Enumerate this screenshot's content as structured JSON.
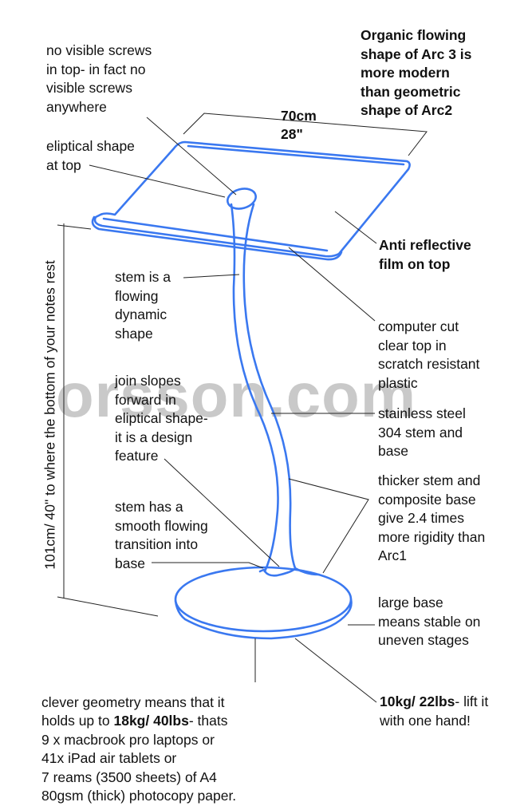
{
  "watermark": "orsson.com",
  "colors": {
    "outline": "#3a78f0",
    "leader": "#222222"
  },
  "labels": {
    "organic": "Organic flowing\nshape of Arc 3 is\nmore modern\nthan geometric\nshape of Arc2",
    "screws": "no visible screws\nin top- in fact no\nvisible screws\nanywhere",
    "dim_cm": "70cm",
    "dim_in": "28\"",
    "eliptical": "eliptical shape\nat top",
    "anti_reflective": "Anti reflective\nfilm on top",
    "stem_flowing": "stem is a\nflowing\ndynamic\nshape",
    "computer_cut": "computer cut\nclear top in\nscratch resistant\nplastic",
    "join_slopes": "join slopes\nforward in\neliptical shape-\nit is a design\nfeature",
    "stainless": "stainless steel\n304 stem and\nbase",
    "thicker": "thicker stem and\ncomposite base\ngive 2.4 times\nmore rigidity than\nArc1",
    "smooth": "stem has a\nsmooth flowing\ntransition into\nbase",
    "large_base": "large base\nmeans stable on\nuneven stages",
    "height": "101cm/ 40\"  to where the bottom of your notes rest",
    "clever_1": "clever geometry means that it",
    "clever_2a": "holds up to ",
    "clever_2b": "18kg/ 40lbs",
    "clever_2c": "- thats",
    "clever_rest": "9 x  macbrook pro laptops or\n41x iPad air tablets or\n7 reams (3500 sheets) of A4\n80gsm (thick) photocopy paper.",
    "weight_a": "10kg/ 22lbs",
    "weight_b": "- lift it\nwith one hand!"
  }
}
